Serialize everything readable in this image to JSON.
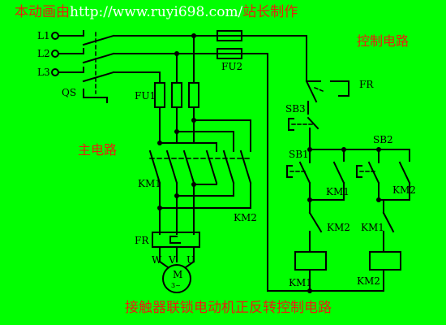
{
  "header": {
    "prefix": "本动画由",
    "url": "http://www.ruyi698.com/",
    "suffix": "站长制作"
  },
  "diagram": {
    "main_circuit_label": "主电路",
    "control_circuit_label": "控制电路",
    "caption": "接触器联锁电动机正反转控制电路",
    "lines": [
      "L1",
      "L2",
      "L3"
    ],
    "labels": {
      "qs": "QS",
      "fu1": "FU1",
      "fu2": "FU2",
      "km1_main": "KM1",
      "km2_main": "KM2",
      "fr_main": "FR",
      "fr_ctrl": "FR",
      "sb3": "SB3",
      "sb1": "SB1",
      "sb2": "SB2",
      "km1_hold": "KM1",
      "km2_hold": "KM2",
      "km2_nc": "KM2",
      "km1_nc": "KM1",
      "km1_coil": "KM1",
      "km2_coil": "KM2",
      "w": "W",
      "v": "V",
      "u": "U",
      "motor": "M",
      "motor_sub": "3~"
    }
  }
}
